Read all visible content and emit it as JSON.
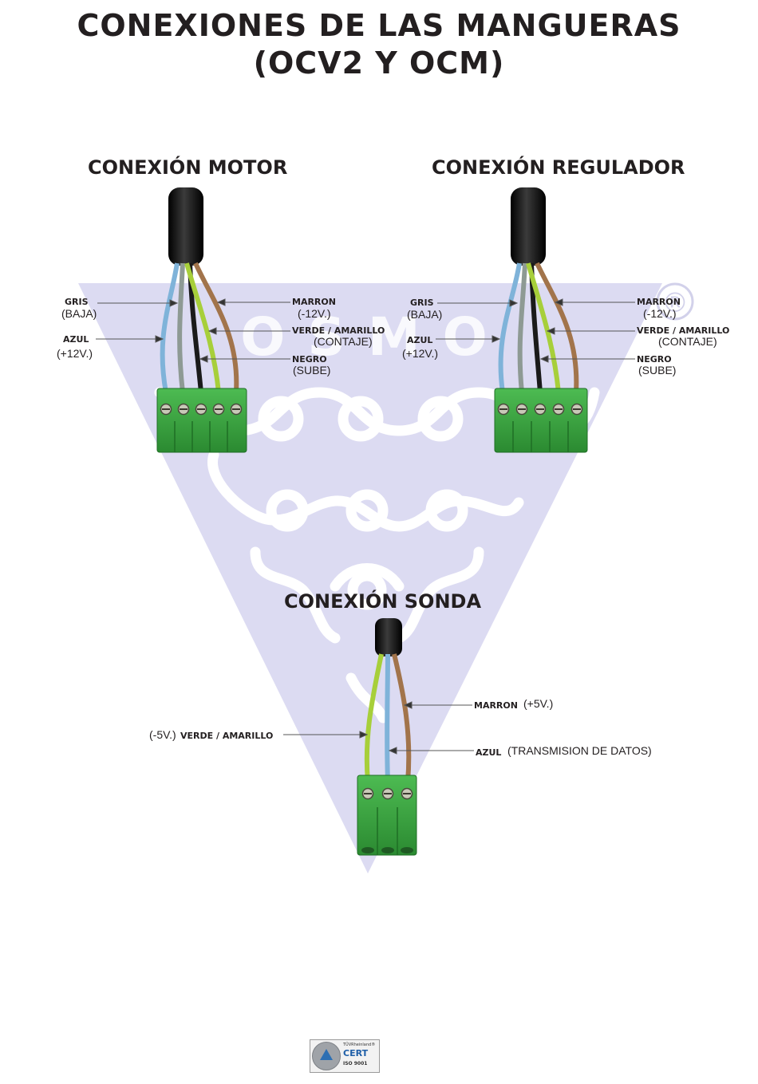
{
  "title": {
    "line1": "CONEXIONES DE LAS MANGUERAS",
    "line2": "(OCV2 Y OCM)"
  },
  "watermark": {
    "text": "OSMO",
    "registered_mark": "®"
  },
  "sections": {
    "motor": {
      "heading": "CONEXIÓN MOTOR",
      "wires": {
        "gris": {
          "name": "GRIS",
          "detail": "(BAJA)"
        },
        "azul": {
          "name": "AZUL",
          "detail": "(+12V.)"
        },
        "marron": {
          "name": "MARRON",
          "detail": "(-12V.)"
        },
        "verde": {
          "name": "VERDE / AMARILLO",
          "detail": "(CONTAJE)"
        },
        "negro": {
          "name": "NEGRO",
          "detail": "(SUBE)"
        }
      }
    },
    "regulador": {
      "heading": "CONEXIÓN REGULADOR",
      "wires": {
        "gris": {
          "name": "GRIS",
          "detail": "(BAJA)"
        },
        "azul": {
          "name": "AZUL",
          "detail": "(+12V.)"
        },
        "marron": {
          "name": "MARRON",
          "detail": "(-12V.)"
        },
        "verde": {
          "name": "VERDE / AMARILLO",
          "detail": "(CONTAJE)"
        },
        "negro": {
          "name": "NEGRO",
          "detail": "(SUBE)"
        }
      }
    },
    "sonda": {
      "heading": "CONEXIÓN SONDA",
      "wires": {
        "marron": {
          "name": "MARRON",
          "detail": "(+5V.)"
        },
        "verde": {
          "name": "VERDE / AMARILLO",
          "detail": "(-5V.)"
        },
        "azul": {
          "name": "AZUL",
          "detail": "(TRANSMISION DE DATOS)"
        }
      }
    }
  },
  "certification": {
    "top_text": "TÜVRheinland®",
    "mark": "CERT",
    "standard": "ISO 9001"
  },
  "colors": {
    "triangle": "#dcdbf2",
    "wave": "#ffffff",
    "connector": "#3aa13f",
    "cable": "#141414",
    "wire_gris": "#8e9a94",
    "wire_azul": "#7fb3d9",
    "wire_marron": "#a2744b",
    "wire_verde": "#a7cf3a",
    "wire_negro": "#1a1a1a"
  }
}
